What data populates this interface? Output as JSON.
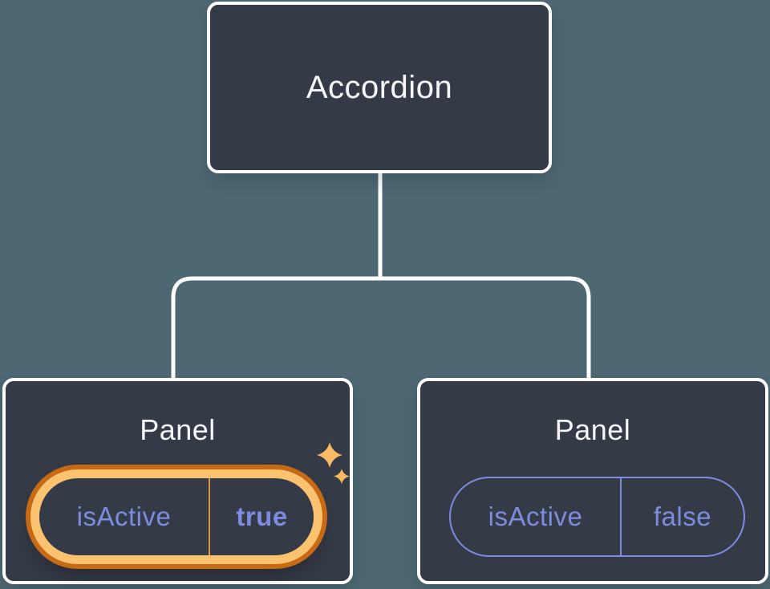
{
  "colors": {
    "background": "#4D6873",
    "card": "#343A46",
    "card_border": "#FFFFFF",
    "connector": "#FFFFFF",
    "text_primary": "#F6F7F9",
    "purple": "#7E8CE0",
    "gold": "#FBC26F",
    "orange": "#C76A15",
    "gold_divider": "#DE9540",
    "sparkle": "#F8BB63"
  },
  "tree": {
    "root": {
      "label": "Accordion"
    },
    "panels": [
      {
        "label": "Panel",
        "prop": {
          "name": "isActive",
          "value": "true"
        },
        "state": "active-highlighted"
      },
      {
        "label": "Panel",
        "prop": {
          "name": "isActive",
          "value": "false"
        },
        "state": "inactive"
      }
    ]
  }
}
